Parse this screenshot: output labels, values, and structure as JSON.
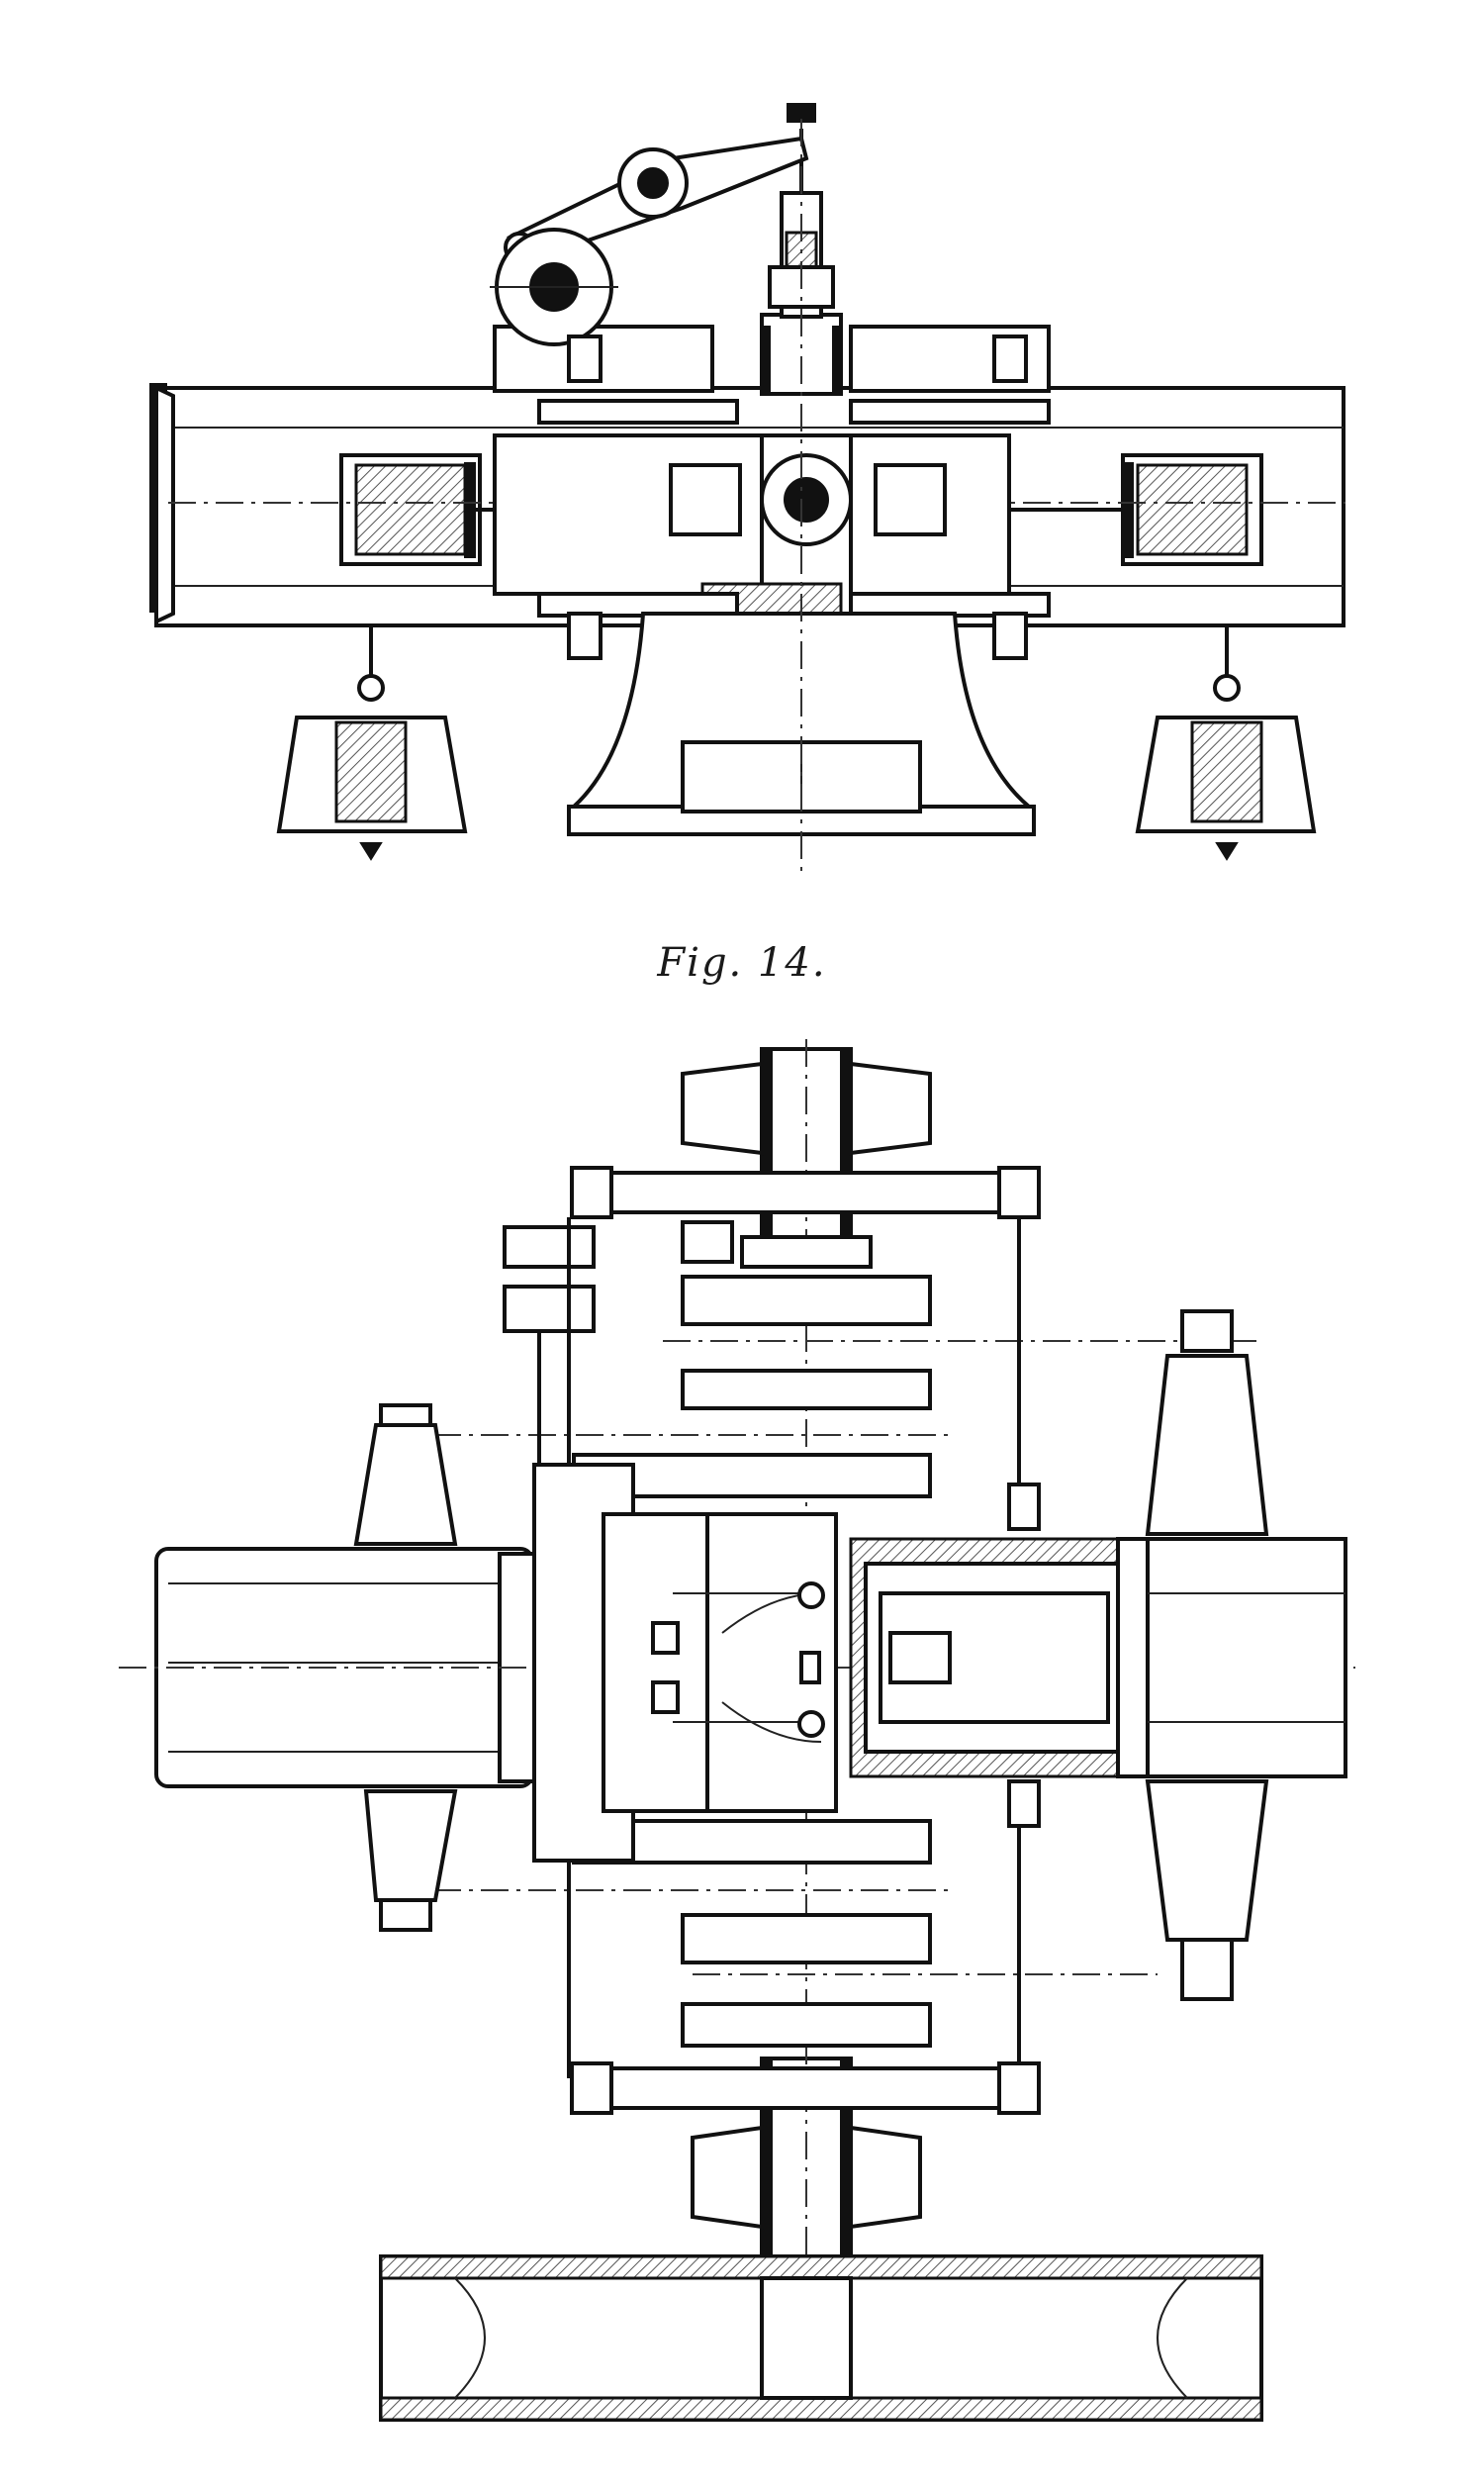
{
  "plate": {
    "figure_caption": "Fig. 14.",
    "upper_view": "elevation-section",
    "lower_view": "plan-section",
    "colors": {
      "ink": "#111111",
      "paper": "#ffffff"
    }
  }
}
